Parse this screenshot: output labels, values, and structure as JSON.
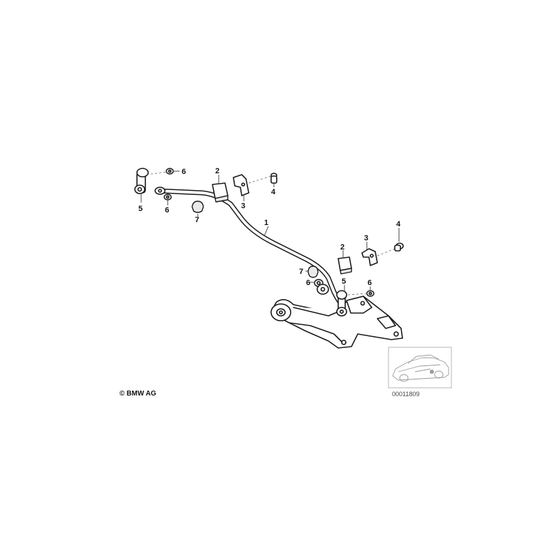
{
  "diagram": {
    "callouts": {
      "part1": "1",
      "part2_left": "2",
      "part2_right": "2",
      "part3_left": "3",
      "part3_right": "3",
      "part4_left": "4",
      "part4_right": "4",
      "part5_left": "5",
      "part5_right": "5",
      "part6_left_top": "6",
      "part6_left_bottom": "6",
      "part6_right_a": "6",
      "part6_right_b": "6",
      "part7_left": "7",
      "part7_right": "7"
    },
    "copyright": "© BMW AG",
    "diagram_code": "00011809"
  },
  "colors": {
    "line": "#1a1a1a",
    "background": "#ffffff",
    "thumbnail_line": "#9a9a9a"
  }
}
